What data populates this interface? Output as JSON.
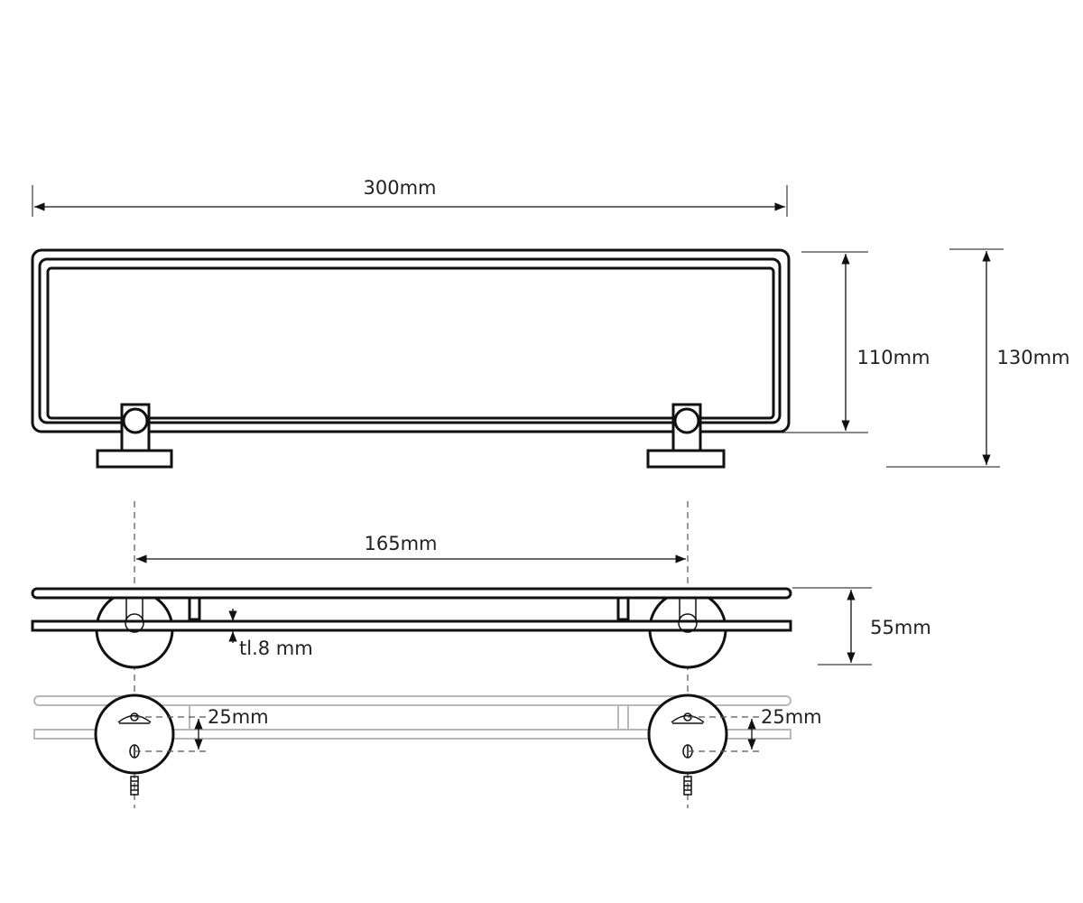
{
  "dimensions": {
    "overall_width": "300mm",
    "glass_depth": "110mm",
    "overall_depth": "130mm",
    "bracket_spacing": "165mm",
    "height": "55mm",
    "glass_thickness": "tl.8 mm",
    "mount_left": "25mm",
    "mount_right": "25mm"
  }
}
